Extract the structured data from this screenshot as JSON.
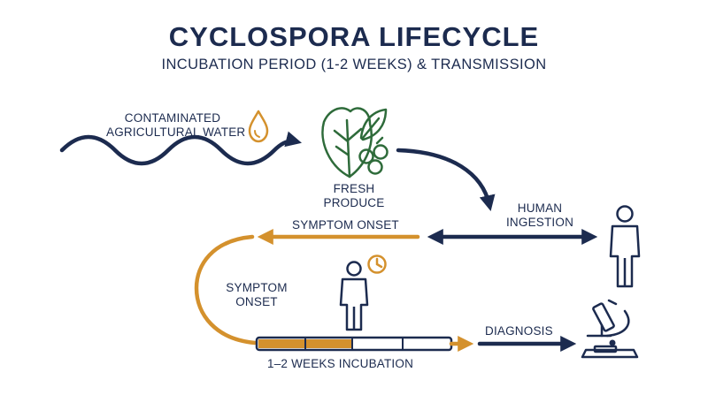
{
  "title": "CYCLOSPORA LIFECYCLE",
  "subtitle": "INCUBATION PERIOD (1-2 WEEKS) & TRANSMISSION",
  "nodes": {
    "water_line1": "CONTAMINATED",
    "water_line2": "AGRICULTURAL WATER",
    "produce_line1": "FRESH",
    "produce_line2": "PRODUCE",
    "ingestion_line1": "HUMAN",
    "ingestion_line2": "INGESTION",
    "symptom_onset_top": "SYMPTOM ONSET",
    "symptom_onset_left_line1": "SYMPTOM",
    "symptom_onset_left_line2": "ONSET",
    "incubation": "1–2 WEEKS INCUBATION",
    "diagnosis": "DIAGNOSIS"
  },
  "icons": {
    "water": "water-drop-icon",
    "produce": "leafy-greens-berries-icon",
    "ingestion": "person-icon",
    "waiting": "person-with-clock-icon",
    "diagnosis": "microscope-icon"
  },
  "colors": {
    "navy": "#1c2b4f",
    "orange": "#d4912d",
    "green": "#2e6b3a",
    "white": "#ffffff"
  }
}
